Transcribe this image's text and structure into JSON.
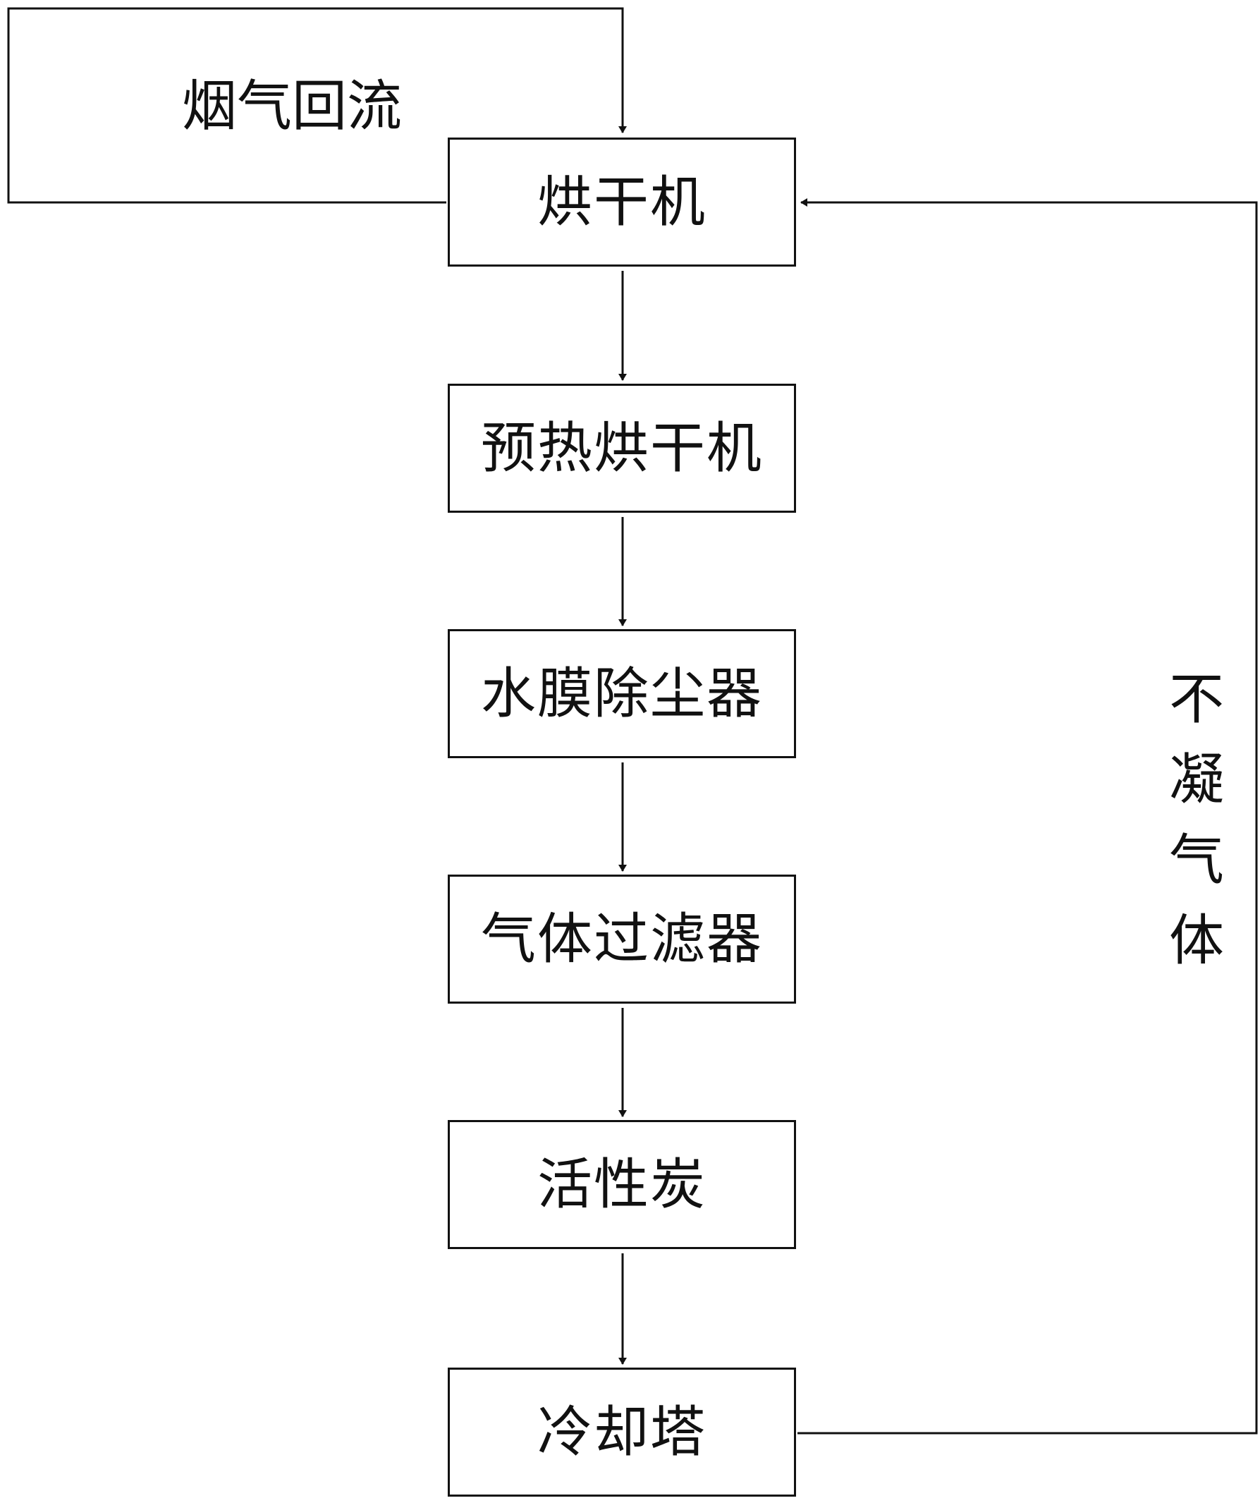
{
  "flowchart": {
    "nodes": [
      {
        "id": "dryer",
        "label": "烘干机"
      },
      {
        "id": "preheat_dryer",
        "label": "预热烘干机"
      },
      {
        "id": "water_film_dust_collector",
        "label": "水膜除尘器"
      },
      {
        "id": "gas_filter",
        "label": "气体过滤器"
      },
      {
        "id": "activated_carbon",
        "label": "活性炭"
      },
      {
        "id": "cooling_tower",
        "label": "冷却塔"
      }
    ],
    "edges": [
      {
        "from": "dryer",
        "to": "preheat_dryer"
      },
      {
        "from": "preheat_dryer",
        "to": "water_film_dust_collector"
      },
      {
        "from": "water_film_dust_collector",
        "to": "gas_filter"
      },
      {
        "from": "gas_filter",
        "to": "activated_carbon"
      },
      {
        "from": "activated_carbon",
        "to": "cooling_tower"
      },
      {
        "from": "dryer",
        "to": "dryer",
        "label": "烟气回流"
      },
      {
        "from": "cooling_tower",
        "to": "dryer",
        "label": "不凝气体"
      }
    ],
    "flue_gas_recirculation_label": "烟气回流",
    "non_condensable_gas_label": [
      "不",
      "凝",
      "气",
      "体"
    ]
  }
}
